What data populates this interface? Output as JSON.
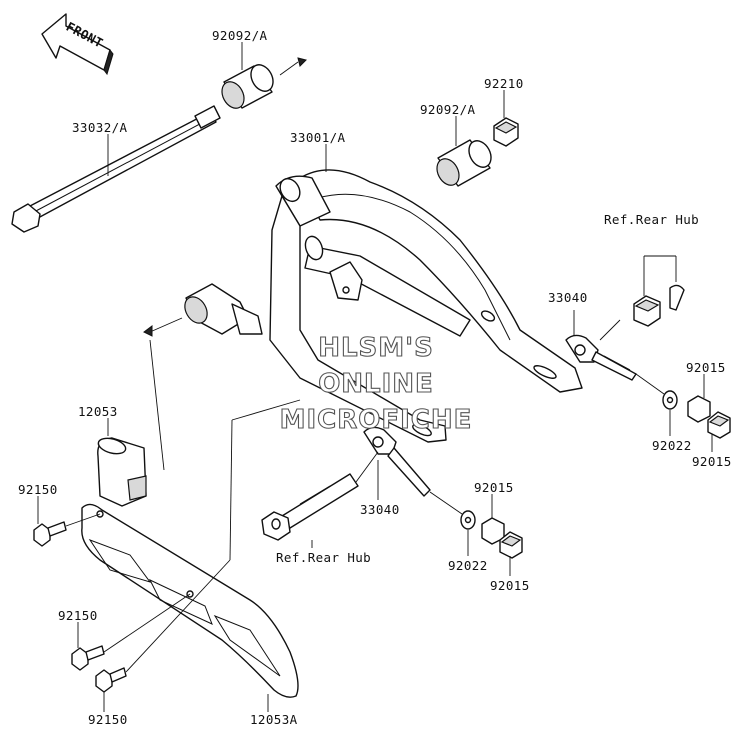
{
  "front_arrow": {
    "text": "FRONT"
  },
  "labels": {
    "p92092a_top": "92092/A",
    "p33032a": "33032/A",
    "p92210": "92210",
    "p92092a_mid": "92092/A",
    "p33001a": "33001/A",
    "ref_rear_hub_top": "Ref.Rear Hub",
    "p33040_right": "33040",
    "p92015_r1": "92015",
    "p92022_r": "92022",
    "p92015_r2": "92015",
    "p12053": "12053",
    "p92150_top": "92150",
    "p33040_lower": "33040",
    "p92015_l1": "92015",
    "ref_rear_hub_bottom": "Ref.Rear Hub",
    "p92022_l": "92022",
    "p92015_l2": "92015",
    "p92150_mid": "92150",
    "p92150_bottom": "92150",
    "p12053a": "12053A"
  },
  "watermark": {
    "line1": "HLSM'S",
    "line2": "ONLINE",
    "line3": "MICROFICHE"
  }
}
